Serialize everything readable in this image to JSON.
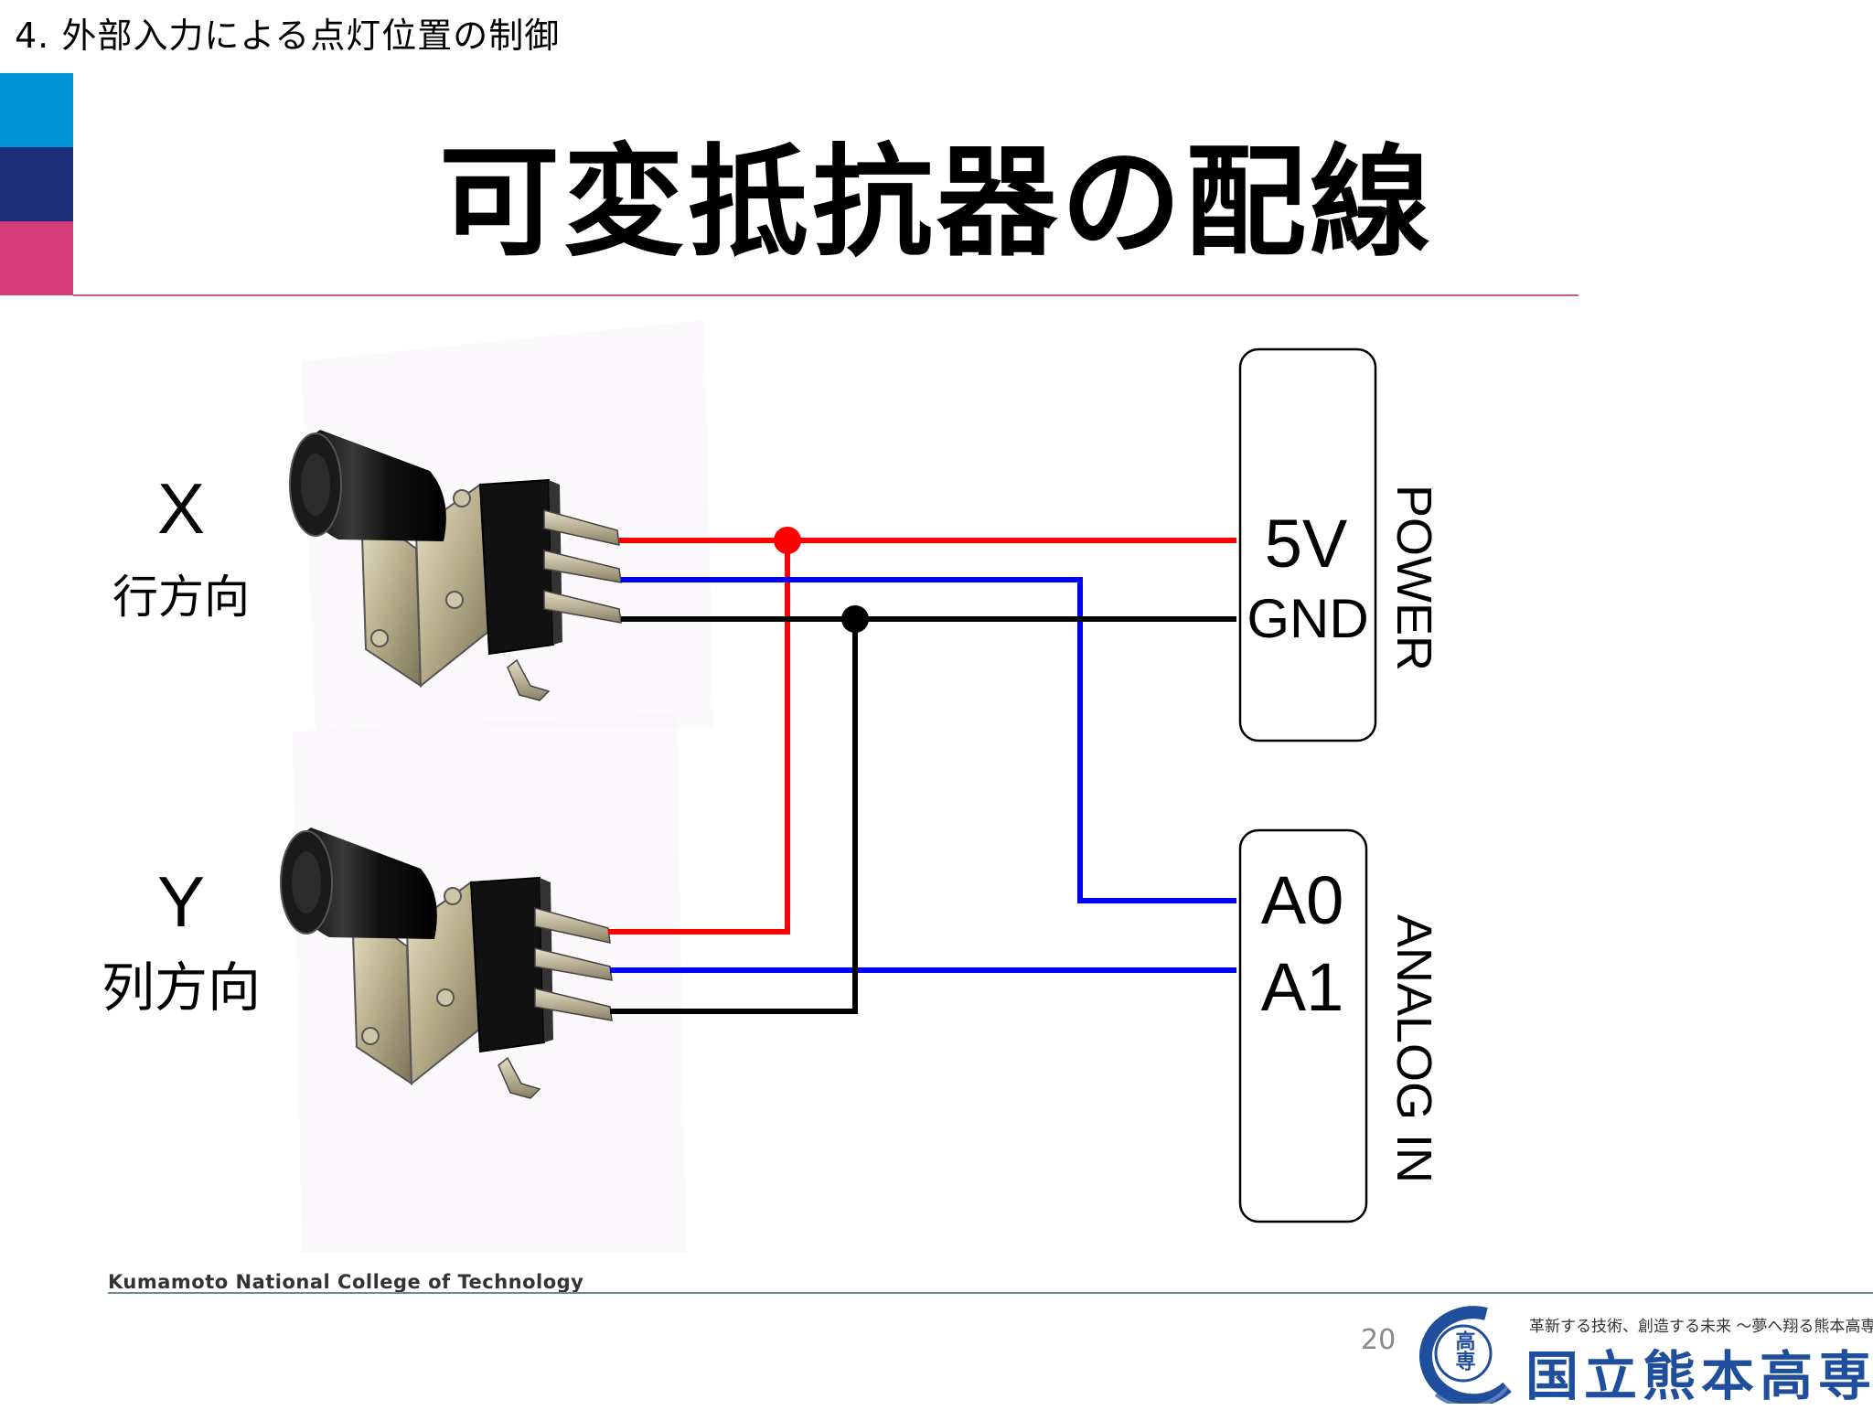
{
  "header": {
    "section": "4. 外部入力による点灯位置の制御"
  },
  "slide": {
    "title": "可変抵抗器の配線"
  },
  "diagram": {
    "pot_x": {
      "letter": "X",
      "desc": "行方向"
    },
    "pot_y": {
      "letter": "Y",
      "desc": "列方向"
    },
    "power": {
      "label": "POWER",
      "pin_5v": "5V",
      "pin_gnd": "GND"
    },
    "analog": {
      "label": "ANALOG IN",
      "pin_a0": "A0",
      "pin_a1": "A1"
    },
    "wire_colors": {
      "vcc": "#ff0000",
      "signal": "#0000ff",
      "gnd": "#000000"
    }
  },
  "footer": {
    "college_en": "Kumamoto National College of Technology",
    "page_number": "20",
    "logo_tagline": "革新する技術、創造する未来 ～夢へ翔る熊本高専～",
    "logo_name": "国立熊本高専",
    "logo_emblem": "高専"
  },
  "colors": {
    "accent_cyan": "#0093d6",
    "accent_navy": "#1b2f78",
    "accent_pink": "#d43c7a",
    "logo_blue": "#1f4e9c"
  }
}
